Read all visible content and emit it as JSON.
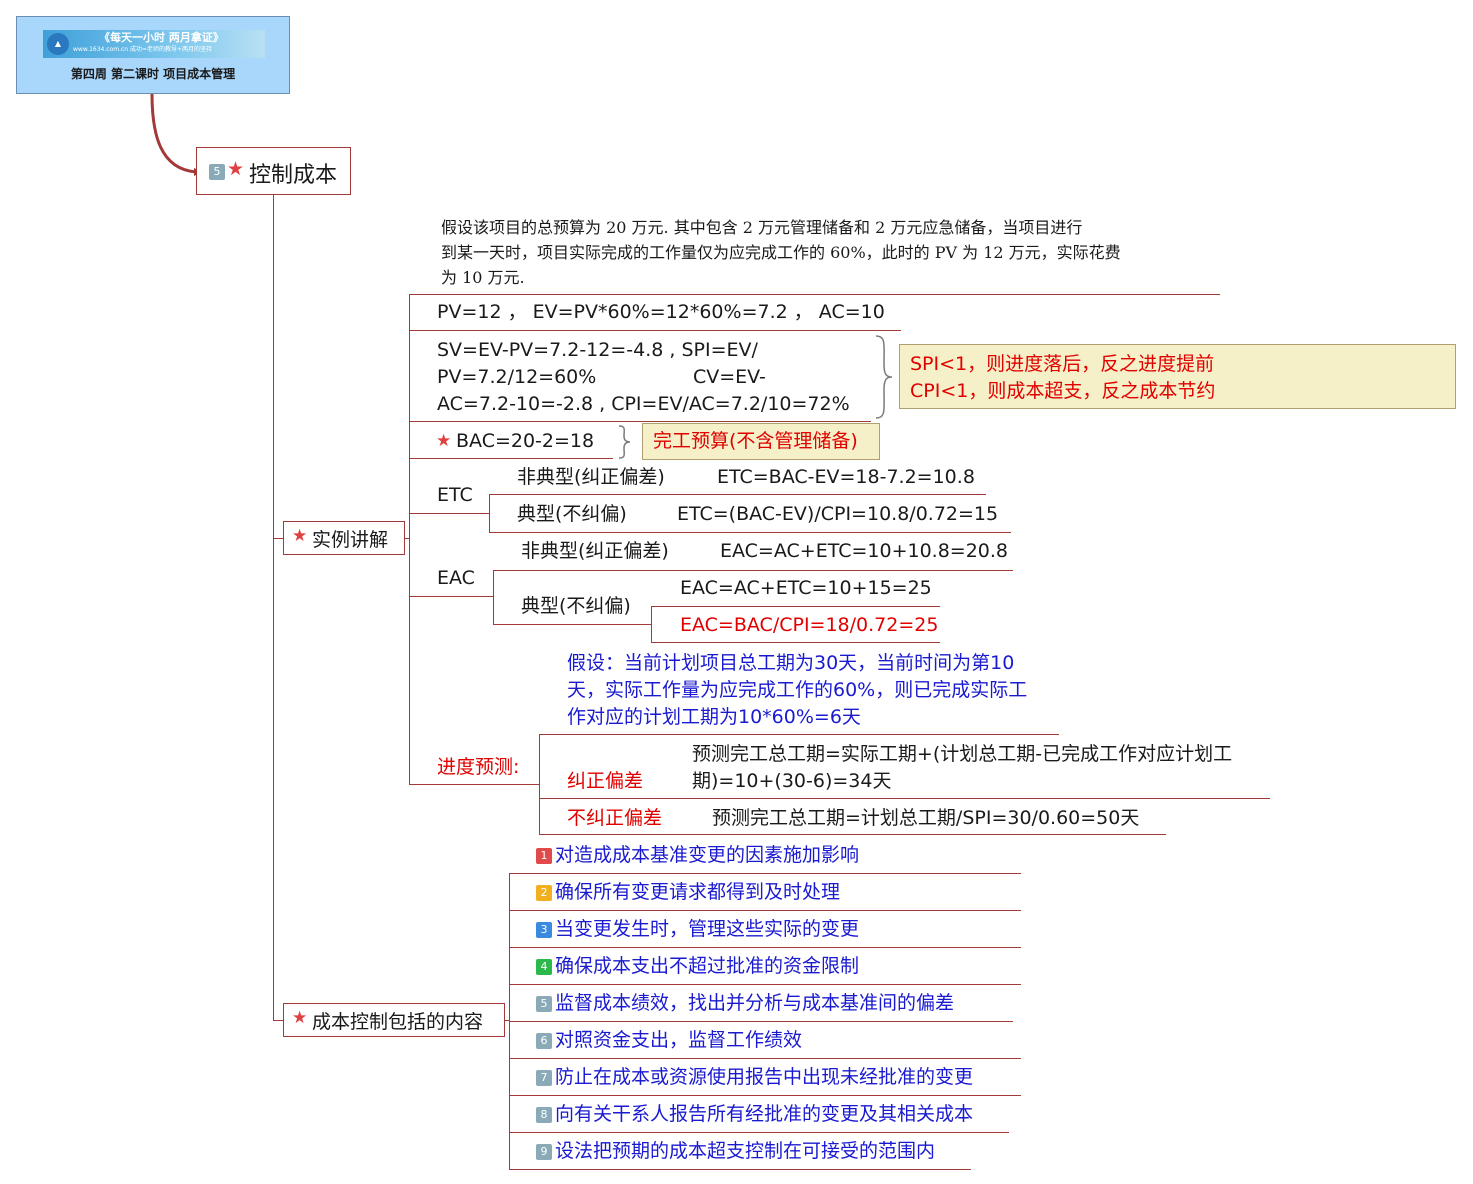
{
  "header": {
    "banner_text": "《每天一小时 两月拿证》",
    "banner_small": "www.1634.com.cn 成功=老师的教导+两月的坚持",
    "title": "第四周 第二课时 项目成本管理",
    "bg_color": "#a9d6fb"
  },
  "main_node": {
    "number": "5",
    "label": "控制成本"
  },
  "intro": {
    "lines": [
      "假设该项目的总预算为 20 万元. 其中包含 2 万元管理储备和 2 万元应急储备，当项目进行",
      "到某一天时，项目实际完成的工作量仅为应完成工作的 60%，此时的 PV 为 12 万元，实际花费",
      "为 10 万元."
    ]
  },
  "example": {
    "label": "实例讲解",
    "pv_line": "PV=12 ， EV=PV*60%=12*60%=7.2 ， AC=10",
    "sv_lines": [
      "SV=EV-PV=7.2-12=-4.8 , SPI=EV/",
      "PV=7.2/12=60%                CV=EV-",
      "AC=7.2-10=-2.8 , CPI=EV/AC=7.2/10=72%"
    ],
    "note_lines": [
      "SPI<1，则进度落后，反之进度提前",
      "CPI<1，则成本超支，反之成本节约"
    ],
    "bac": "BAC=20-2=18",
    "bac_note": "完工预算(不含管理储备)",
    "etc": {
      "label": "ETC",
      "atypical_label": "非典型(纠正偏差)",
      "atypical_formula": "ETC=BAC-EV=18-7.2=10.8",
      "typical_label": "典型(不纠偏)",
      "typical_formula": "ETC=(BAC-EV)/CPI=10.8/0.72=15"
    },
    "eac": {
      "label": "EAC",
      "atypical_label": "非典型(纠正偏差)",
      "atypical_formula": "EAC=AC+ETC=10+10.8=20.8",
      "typical_label": "典型(不纠偏)",
      "typical_formula1": "EAC=AC+ETC=10+15=25",
      "typical_formula2": "EAC=BAC/CPI=18/0.72=25"
    },
    "schedule": {
      "assumption_lines": [
        "假设：当前计划项目总工期为30天，当前时间为第10",
        "天，实际工作量为应完成工作的60%，则已完成实际工",
        "作对应的计划工期为10*60%=6天"
      ],
      "label": "进度预测:",
      "correct_label": "纠正偏差",
      "correct_lines": [
        "预测完工总工期=实际工期+(计划总工期-已完成工作对应计划工",
        "期)=10+(30-6)=34天"
      ],
      "nocorrect_label": "不纠正偏差",
      "nocorrect_formula": "预测完工总工期=计划总工期/SPI=30/0.60=50天"
    }
  },
  "contents": {
    "label": "成本控制包括的内容",
    "items": [
      {
        "n": "1",
        "color": "#e04a4a",
        "text": "对造成成本基准变更的因素施加影响"
      },
      {
        "n": "2",
        "color": "#f0b020",
        "text": "确保所有变更请求都得到及时处理"
      },
      {
        "n": "3",
        "color": "#3a8ae0",
        "text": "当变更发生时，管理这些实际的变更"
      },
      {
        "n": "4",
        "color": "#2cb84a",
        "text": "确保成本支出不超过批准的资金限制"
      },
      {
        "n": "5",
        "color": "#8aaab8",
        "text": "监督成本绩效，找出并分析与成本基准间的偏差"
      },
      {
        "n": "6",
        "color": "#8aaab8",
        "text": "对照资金支出，监督工作绩效"
      },
      {
        "n": "7",
        "color": "#8aaab8",
        "text": "防止在成本或资源使用报告中出现未经批准的变更"
      },
      {
        "n": "8",
        "color": "#8aaab8",
        "text": "向有关干系人报告所有经批准的变更及其相关成本"
      },
      {
        "n": "9",
        "color": "#8aaab8",
        "text": "设法把预期的成本超支控制在可接受的范围内"
      }
    ]
  }
}
